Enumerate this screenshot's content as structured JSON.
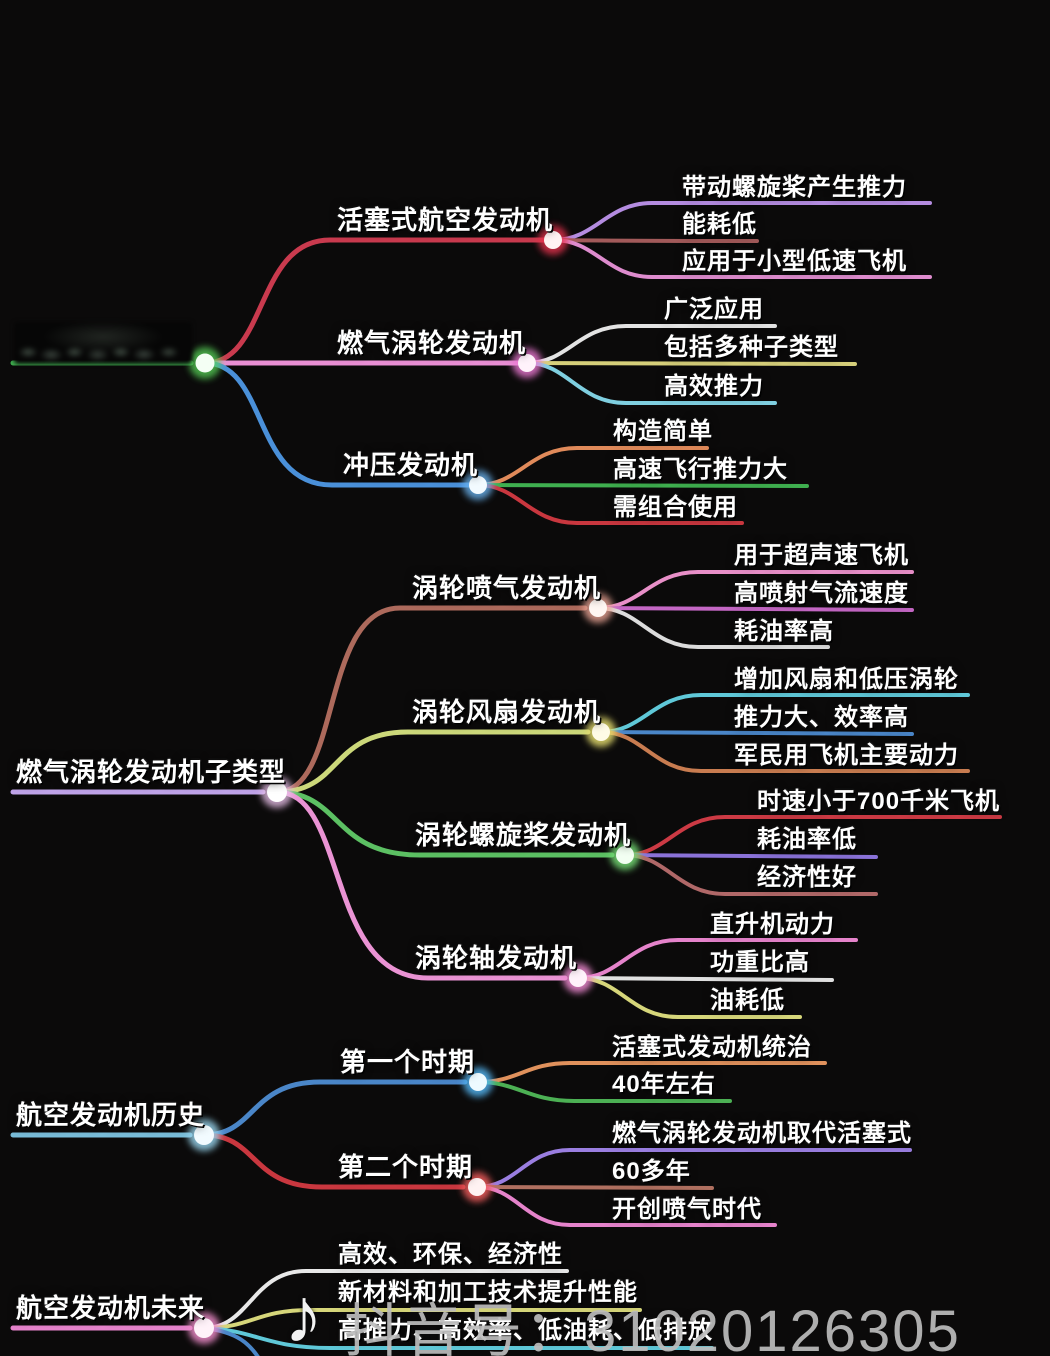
{
  "canvas": {
    "background": "#0b0a0a"
  },
  "watermark": {
    "icon": "music-note",
    "icon_glyph": "♪",
    "label": "抖音号：31020126305"
  },
  "sections": [
    {
      "root": {
        "label": "",
        "redacted": true,
        "line_color": "#3faf4f"
      },
      "branches": [
        {
          "label": "活塞式航空发动机",
          "line_color": "#c93a4e",
          "leaves": [
            {
              "label": "带动螺旋桨产生推力",
              "line_color": "#b48ce0"
            },
            {
              "label": "能耗低",
              "line_color": "#a25a5a"
            },
            {
              "label": "应用于小型低速飞机",
              "line_color": "#de8cce"
            }
          ]
        },
        {
          "label": "燃气涡轮发动机",
          "line_color": "#e98fd4",
          "leaves": [
            {
              "label": "广泛应用",
              "line_color": "#e3e3e3"
            },
            {
              "label": "包括多种子类型",
              "line_color": "#d6cf7a"
            },
            {
              "label": "高效推力",
              "line_color": "#7fcfe0"
            }
          ]
        },
        {
          "label": "冲压发动机",
          "line_color": "#4a90d9",
          "leaves": [
            {
              "label": "构造简单",
              "line_color": "#e08a5a"
            },
            {
              "label": "高速飞行推力大",
              "line_color": "#3faf4f"
            },
            {
              "label": "需组合使用",
              "line_color": "#c9373f"
            }
          ]
        }
      ]
    },
    {
      "root": {
        "label": "燃气涡轮发动机子类型",
        "line_color": "#bfa3e8"
      },
      "branches": [
        {
          "label": "涡轮喷气发动机",
          "line_color": "#ad6a5c",
          "leaves": [
            {
              "label": "用于超声速飞机",
              "line_color": "#e88fc8"
            },
            {
              "label": "高喷射气流速度",
              "line_color": "#c467c4"
            },
            {
              "label": "耗油率高",
              "line_color": "#dcdcdc"
            }
          ]
        },
        {
          "label": "涡轮风扇发动机",
          "line_color": "#ccd87a",
          "leaves": [
            {
              "label": "增加风扇和低压涡轮",
              "line_color": "#5fc8d8"
            },
            {
              "label": "推力大、效率高",
              "line_color": "#4a86c8"
            },
            {
              "label": "军民用飞机主要动力",
              "line_color": "#c87c50"
            }
          ]
        },
        {
          "label": "涡轮螺旋桨发动机",
          "line_color": "#5cc063",
          "leaves": [
            {
              "label": "时速小于700千米飞机",
              "line_color": "#cc3a44"
            },
            {
              "label": "耗油率低",
              "line_color": "#8a72d8"
            },
            {
              "label": "经济性好",
              "line_color": "#b06868"
            }
          ]
        },
        {
          "label": "涡轮轴发动机",
          "line_color": "#ea93d4",
          "leaves": [
            {
              "label": "直升机动力",
              "line_color": "#e583cb"
            },
            {
              "label": "功重比高",
              "line_color": "#e0e0e0"
            },
            {
              "label": "油耗低",
              "line_color": "#d6d67a"
            }
          ]
        }
      ]
    },
    {
      "root": {
        "label": "航空发动机历史",
        "line_color": "#79bcd8"
      },
      "branches": [
        {
          "label": "第一个时期",
          "line_color": "#4a86c8",
          "leaves": [
            {
              "label": "活塞式发动机统治",
              "line_color": "#e0915c"
            },
            {
              "label": "40年左右",
              "line_color": "#4cb054"
            }
          ]
        },
        {
          "label": "第二个时期",
          "line_color": "#c9373f",
          "leaves": [
            {
              "label": "燃气涡轮发动机取代活塞式",
              "line_color": "#9a7ee0"
            },
            {
              "label": "60多年",
              "line_color": "#b07060"
            },
            {
              "label": "开创喷气时代",
              "line_color": "#e583cb"
            }
          ]
        }
      ]
    },
    {
      "root": {
        "label": "航空发动机未来",
        "line_color": "#e583cb"
      },
      "leaves": [
        {
          "label": "高效、环保、经济性",
          "line_color": "#e8e8e8"
        },
        {
          "label": "新材料和加工技术提升性能",
          "line_color": "#d6d67a"
        },
        {
          "label": "高推力、高效率、低油耗、低排放",
          "line_color": "#5fc8d8"
        }
      ]
    }
  ]
}
